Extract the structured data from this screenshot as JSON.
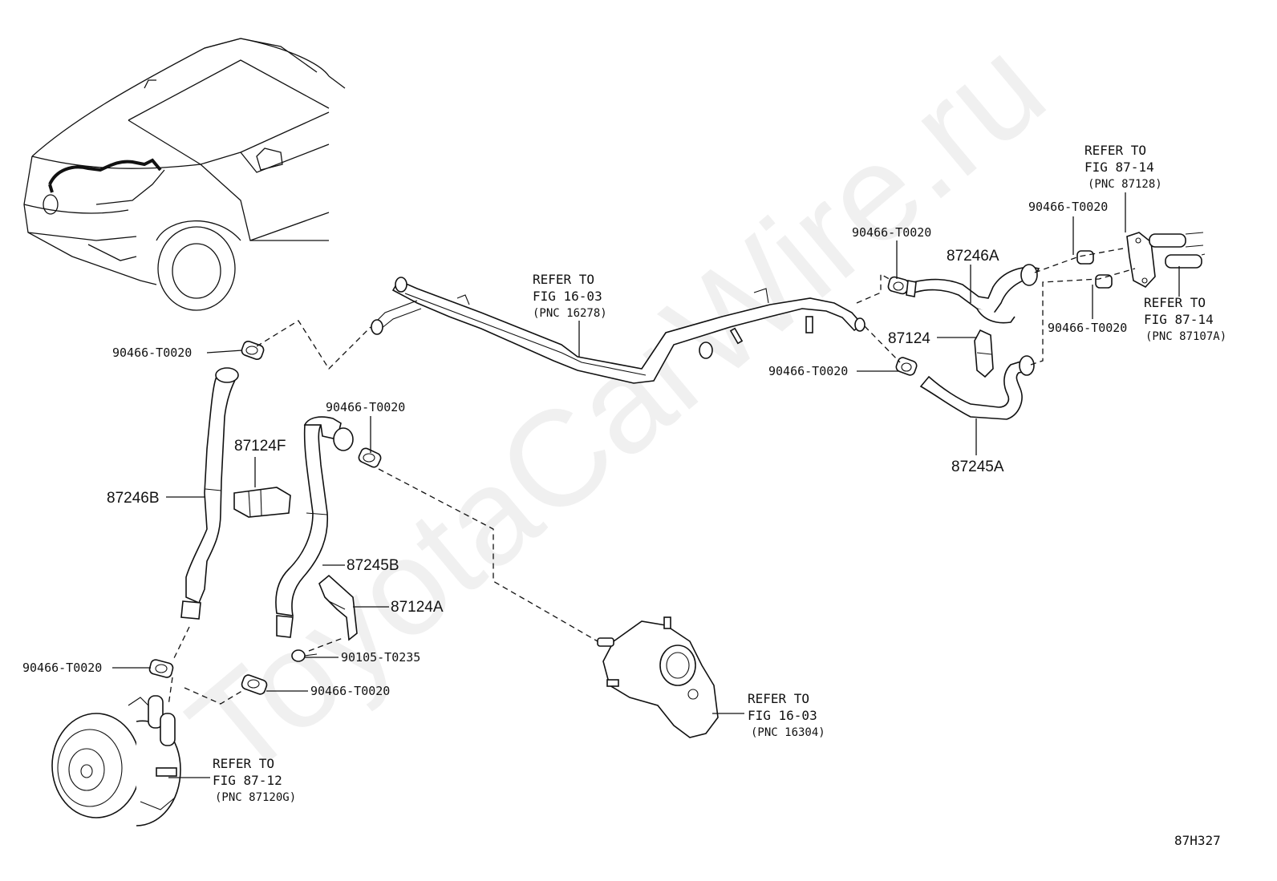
{
  "diagram": {
    "watermark": "ToyotaCarWire.ru",
    "figure_code": "87H327",
    "labels": {
      "clip_top_left": "90466-T0020",
      "clip_mid": "90466-T0020",
      "clip_bottom_left": "90466-T0020",
      "clip_bottom_mid": "90466-T0020",
      "clip_upper_right": "90466-T0020",
      "clip_right_mid": "90466-T0020",
      "clip_far_right_top": "90466-T0020",
      "clip_far_right_bottom": "90466-T0020",
      "hose_87246B": "87246B",
      "clamp_87124F": "87124F",
      "hose_87245B": "87245B",
      "bracket_87124A": "87124A",
      "bolt_90105": "90105-T0235",
      "hose_87246A": "87246A",
      "clamp_87124": "87124",
      "hose_87245A": "87245A"
    },
    "refs": {
      "pipe": [
        "REFER TO",
        "FIG 16-03",
        "(PNC 16278)"
      ],
      "water_outlet": [
        "REFER TO",
        "FIG 16-03",
        "(PNC 16304)"
      ],
      "pump": [
        "REFER TO",
        "FIG 87-12",
        "(PNC 87120G)"
      ],
      "heater_top": [
        "REFER TO",
        "FIG 87-14",
        "(PNC 87128)"
      ],
      "heater_bottom": [
        "REFER TO",
        "FIG 87-14",
        "(PNC 87107A)"
      ]
    }
  }
}
